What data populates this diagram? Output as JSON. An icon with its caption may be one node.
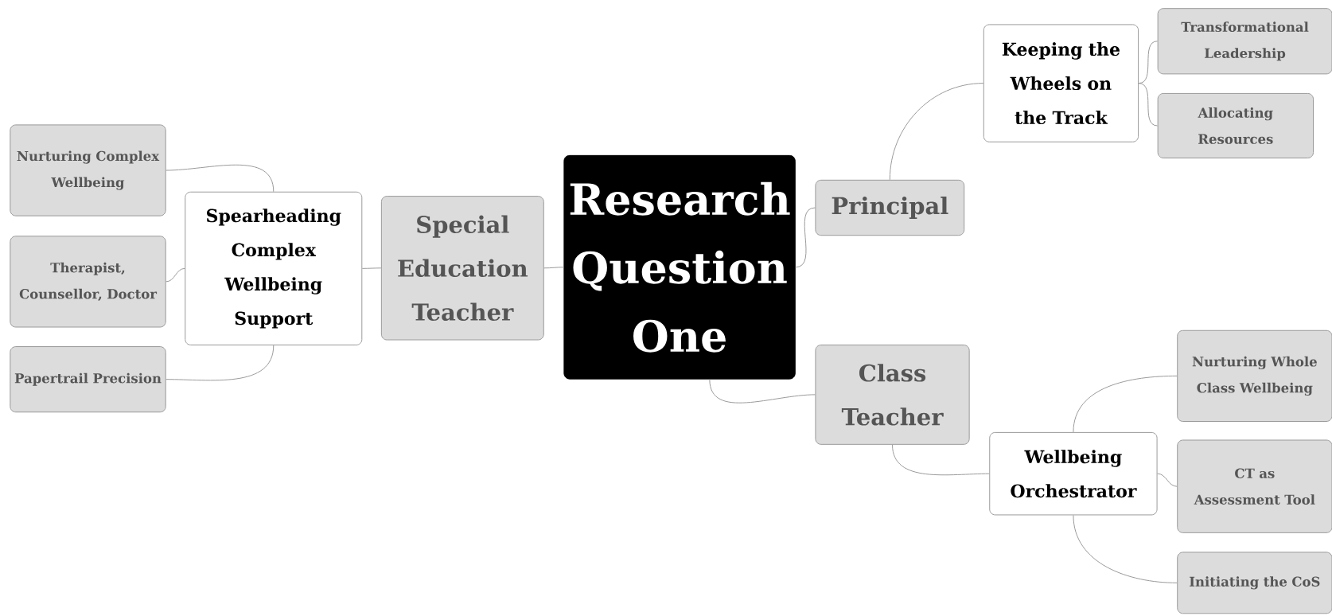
{
  "diagram": {
    "nodes": [
      {
        "text": [
          "Research Question One"
        ]
      },
      {
        "text": [
          "Principal"
        ]
      },
      {
        "text": [
          "Keeping the Wheels on the Track"
        ]
      },
      {
        "text": [
          "Transformational Leadership"
        ]
      },
      {
        "text": [
          "Allocating Resources"
        ]
      },
      {
        "text": [
          "Class Teacher"
        ]
      },
      {
        "text": [
          "Wellbeing Orchestrator"
        ]
      },
      {
        "text": [
          "Nurturing Whole Class Wellbeing"
        ]
      },
      {
        "text": [
          "CT as Assessment Tool"
        ]
      },
      {
        "text": [
          "Initiating the CoS"
        ]
      },
      {
        "text": [
          "Special Education Teacher"
        ]
      },
      {
        "text": [
          "Spearheading Complex Wellbeing Support"
        ]
      },
      {
        "text": [
          "Nurturing Complex Wellbeing"
        ]
      },
      {
        "text": [
          "Therapist, Counsellor, Doctor"
        ]
      },
      {
        "text": [
          "Papertrail Precision"
        ]
      }
    ],
    "edges": [
      {
        "from": 0,
        "to": 1,
        "arrow": "none"
      },
      {
        "from": 1,
        "to": 2,
        "arrow": "none"
      },
      {
        "from": 2,
        "to": 3,
        "arrow": "none"
      },
      {
        "from": 2,
        "to": 4,
        "arrow": "none"
      },
      {
        "from": 0,
        "to": 5,
        "arrow": "none"
      },
      {
        "from": 5,
        "to": 6,
        "arrow": "none"
      },
      {
        "from": 6,
        "to": 7,
        "arrow": "none"
      },
      {
        "from": 6,
        "to": 8,
        "arrow": "none"
      },
      {
        "from": 6,
        "to": 9,
        "arrow": "none"
      },
      {
        "from": 0,
        "to": 10,
        "arrow": "none"
      },
      {
        "from": 10,
        "to": 11,
        "arrow": "none"
      },
      {
        "from": 11,
        "to": 12,
        "arrow": "none"
      },
      {
        "from": 11,
        "to": 13,
        "arrow": "none"
      },
      {
        "from": 11,
        "to": 14,
        "arrow": "none"
      }
    ]
  }
}
